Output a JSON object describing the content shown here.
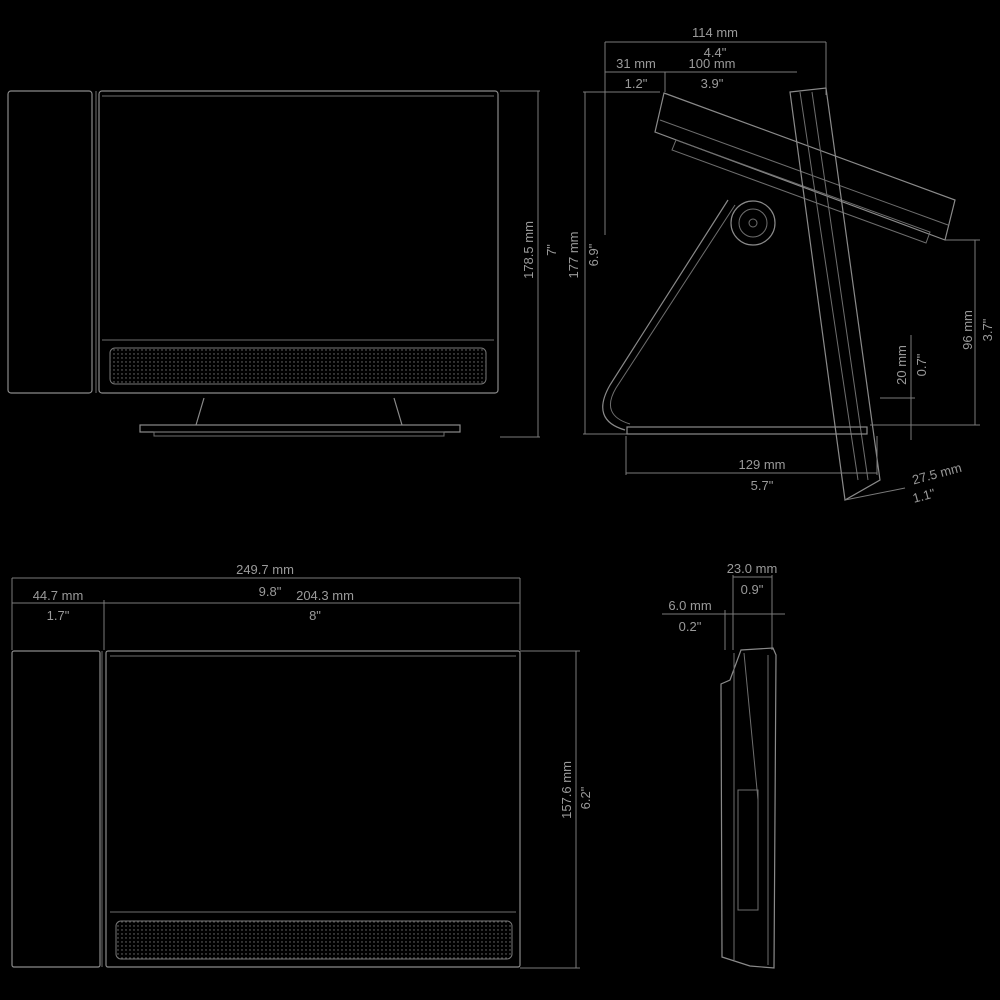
{
  "drawing": {
    "title": "Device dimension drawing",
    "line_color": "#8a8a8a",
    "background": "#000000",
    "views": {
      "front_stand": {
        "height_mm": "178.5 mm",
        "height_in": "7\""
      },
      "side_stand": {
        "overall_depth_mm": "114 mm",
        "overall_depth_in": "4.4\"",
        "back_offset_mm": "31 mm",
        "back_offset_in": "1.2\"",
        "top_depth_mm": "100 mm",
        "top_depth_in": "3.9\"",
        "height_mm": "177 mm",
        "height_in": "6.9\"",
        "pivot_height_mm": "96 mm",
        "pivot_height_in": "3.7\"",
        "foot_height_mm": "20 mm",
        "foot_height_in": "0.7\"",
        "base_depth_mm": "129 mm",
        "base_depth_in": "5.7\"",
        "panel_thickness_mm": "27.5 mm",
        "panel_thickness_in": "1.1\""
      },
      "front_flat": {
        "overall_width_mm": "249.7 mm",
        "overall_width_in": "9.8\"",
        "side_module_mm": "44.7 mm",
        "side_module_in": "1.7\"",
        "screen_width_mm": "204.3 mm",
        "screen_width_in": "8\"",
        "height_mm": "157.6 mm",
        "height_in": "6.2\""
      },
      "side_flat": {
        "thickness_mm": "23.0 mm",
        "thickness_in": "0.9\"",
        "lip_mm": "6.0 mm",
        "lip_in": "0.2\""
      }
    }
  }
}
